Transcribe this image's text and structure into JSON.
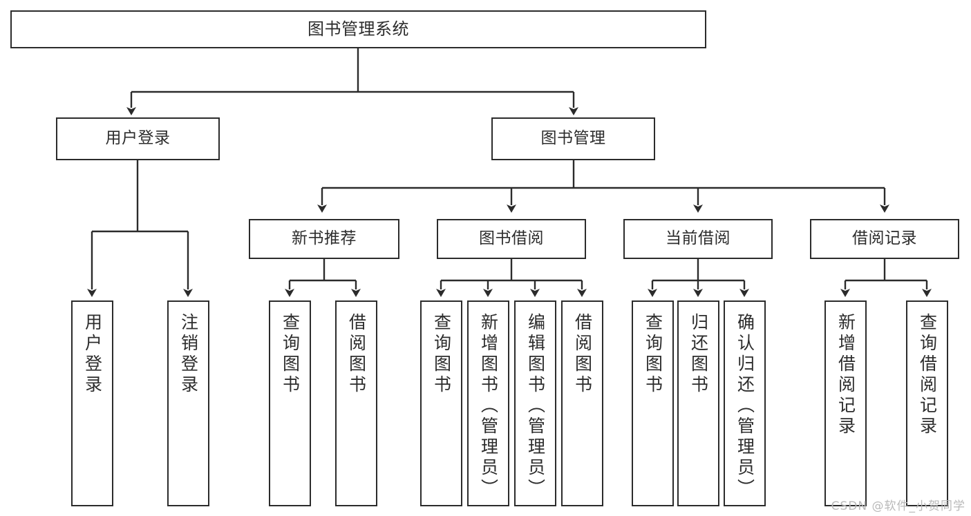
{
  "diagram": {
    "title": "图书管理系统",
    "type": "tree-hierarchy-chart",
    "colors": {
      "box_border": "#2b2b2b",
      "box_fill": "#ffffff",
      "text": "#2c2c2c",
      "connector": "#2b2b2b",
      "watermark": "#b9b9b9",
      "background": "#ffffff"
    },
    "root": {
      "label": "图书管理系统"
    },
    "level2": [
      {
        "label": "用户登录"
      },
      {
        "label": "图书管理"
      }
    ],
    "level3": [
      {
        "label": "新书推荐"
      },
      {
        "label": "图书借阅"
      },
      {
        "label": "当前借阅"
      },
      {
        "label": "借阅记录"
      }
    ],
    "leaves": {
      "user_login": [
        {
          "label": "用户登录"
        },
        {
          "label": "注销登录"
        }
      ],
      "new_book_recommend": [
        {
          "label": "查询图书"
        },
        {
          "label": "借阅图书"
        }
      ],
      "book_borrow": [
        {
          "label": "查询图书"
        },
        {
          "label": "新增图书（管理员）"
        },
        {
          "label": "编辑图书（管理员）"
        },
        {
          "label": "借阅图书"
        }
      ],
      "current_borrow": [
        {
          "label": "查询图书"
        },
        {
          "label": "归还图书"
        },
        {
          "label": "确认归还（管理员）"
        }
      ],
      "borrow_records": [
        {
          "label": "新增借阅记录"
        },
        {
          "label": "查询借阅记录"
        }
      ]
    }
  },
  "watermark": {
    "text": "CSDN @软件_小贺同学"
  }
}
